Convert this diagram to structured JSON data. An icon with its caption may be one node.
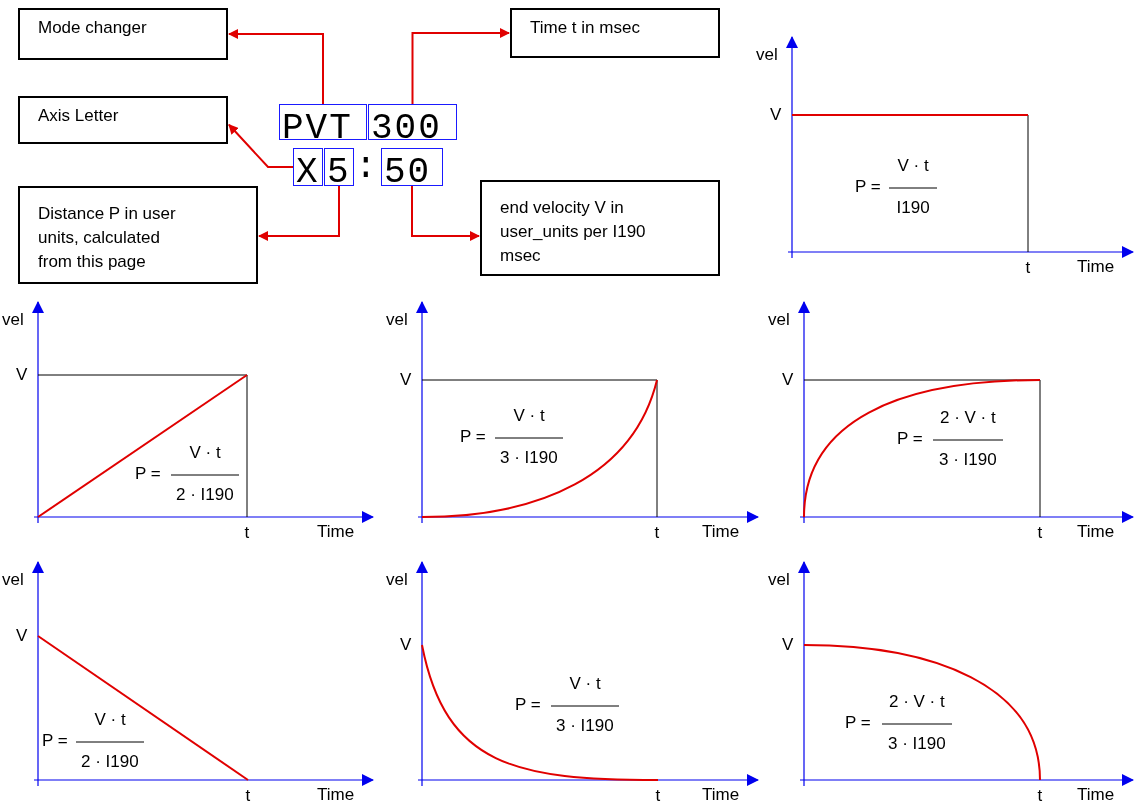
{
  "diagram": {
    "nodes": [
      {
        "text": [
          "Mode changer"
        ]
      },
      {
        "text": [
          "Time t in msec"
        ]
      },
      {
        "text": [
          "Axis Letter"
        ]
      },
      {
        "text": [
          "Distance P in user units, calculated from this page"
        ]
      },
      {
        "text": [
          "end velocity V in user_units per I190 msec"
        ]
      },
      {
        "text": [
          "PVT"
        ]
      },
      {
        "text": [
          "300"
        ]
      },
      {
        "text": [
          "X"
        ]
      },
      {
        "text": [
          "5"
        ]
      },
      {
        "text": [
          "50"
        ]
      }
    ],
    "edges": [
      {
        "from": 5,
        "to": 0,
        "arrow": "to"
      },
      {
        "from": 6,
        "to": 1,
        "arrow": "to"
      },
      {
        "from": 7,
        "to": 2,
        "arrow": "to"
      },
      {
        "from": 8,
        "to": 3,
        "arrow": "to"
      },
      {
        "from": 9,
        "to": 4,
        "arrow": "to"
      }
    ],
    "labels": [
      ":",
      "vel",
      "V",
      "P =",
      "V · t",
      "I190",
      "t",
      "Time",
      "vel",
      "V",
      "P =",
      "V · t",
      "2 · I190",
      "t",
      "Time",
      "vel",
      "V",
      "P =",
      "V · t",
      "3 · I190",
      "t",
      "Time",
      "vel",
      "V",
      "P =",
      "2 · V · t",
      "3 · I190",
      "t",
      "Time",
      "vel",
      "V",
      "P =",
      "V · t",
      "2 · I190",
      "t",
      "Time",
      "vel",
      "V",
      "P =",
      "V · t",
      "3 · I190",
      "t",
      "Time",
      "vel",
      "V",
      "P =",
      "2 · V · t",
      "3 · I190",
      "t",
      "Time"
    ]
  }
}
